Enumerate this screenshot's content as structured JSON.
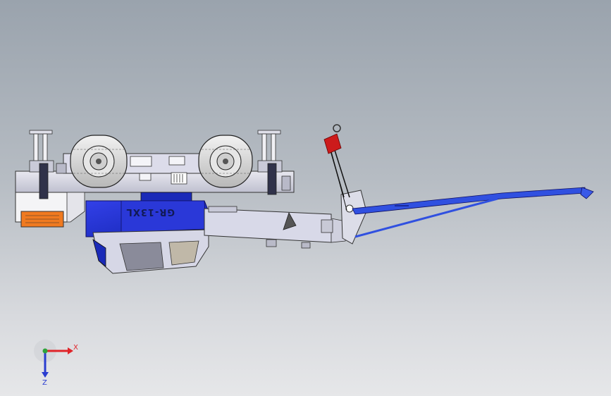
{
  "model": {
    "label": "GR-13XL",
    "label_orientation": "mirrored-upside-down"
  },
  "colors": {
    "background_top": "#9aa3ad",
    "background_bottom": "#e6e7e9",
    "body_blue": "#1f2ed6",
    "body_light": "#d7d8e6",
    "hook_red": "#cc1b1b",
    "jib_blue": "#2e4fd6",
    "step_orange": "#f07a20",
    "axis_x": "#e0242a",
    "axis_y": "#2ea33a",
    "axis_z": "#2a3dd0"
  },
  "triad": {
    "x_label": "X",
    "z_label": "Z"
  }
}
